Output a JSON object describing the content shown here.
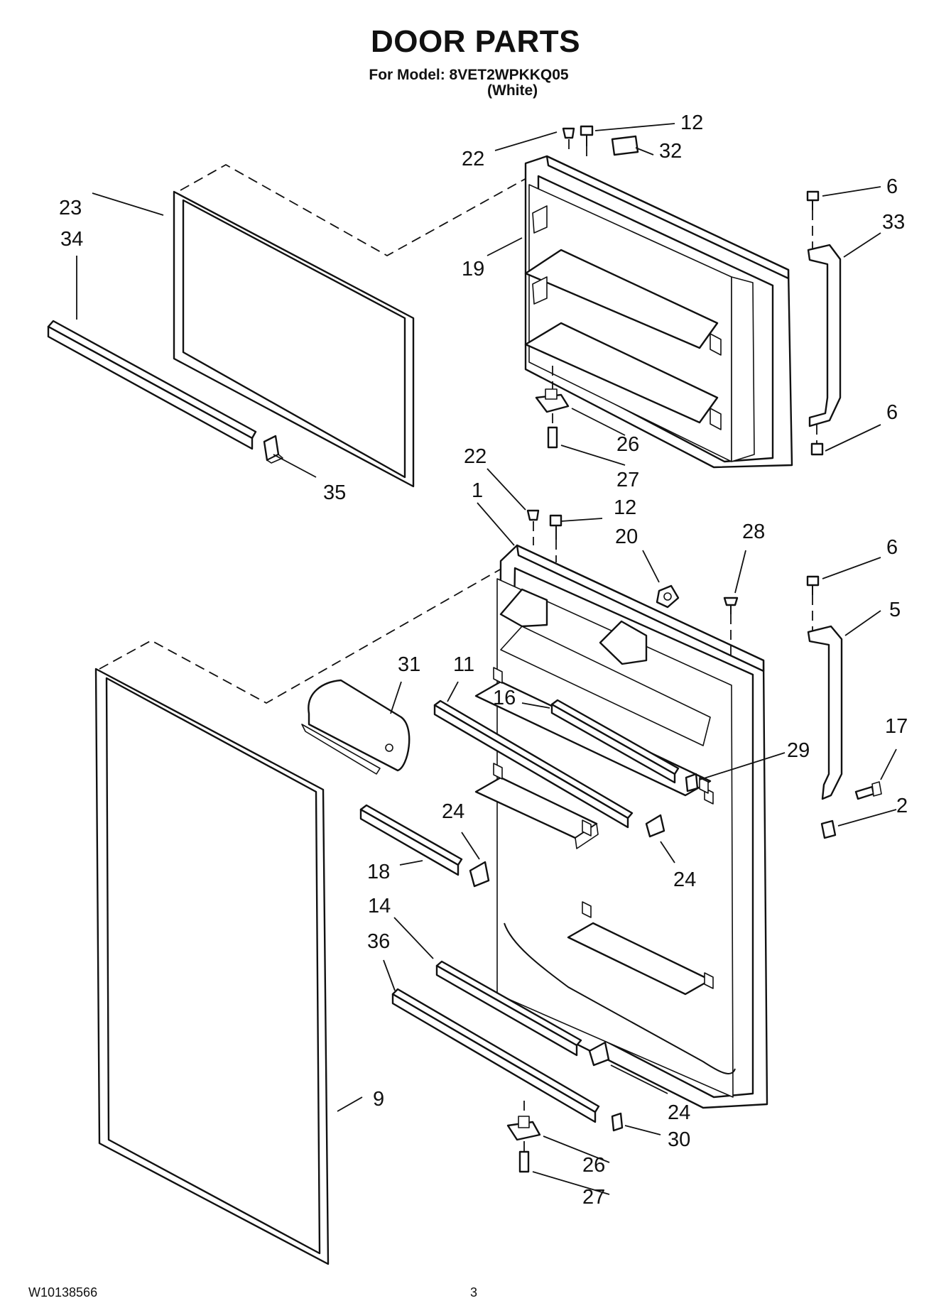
{
  "header": {
    "title": "DOOR PARTS",
    "model_line": "For Model: 8VET2WPKKQ05",
    "color_line": "(White)"
  },
  "footer": {
    "doc_number": "W10138566",
    "page_number": "3"
  },
  "callouts": {
    "freezer_gasket": "23",
    "freezer_gasket_alt": "34",
    "freezer_trim": "35",
    "freezer_door": "19",
    "freezer_screw_top": "22",
    "freezer_screw_top_b": "12",
    "freezer_label": "32",
    "freezer_handle_screw_top": "6",
    "freezer_handle": "33",
    "freezer_handle_screw_bottom": "6",
    "freezer_hinge": "26",
    "freezer_hinge_screw": "27",
    "fresh_door": "1",
    "fresh_screw_top": "22",
    "fresh_screw_top_b": "12",
    "fresh_stop": "20",
    "fresh_plug": "28",
    "fresh_handle_screw": "6",
    "fresh_handle": "5",
    "fresh_handle_screw_side": "17",
    "fresh_handle_cap": "2",
    "dairy_door": "31",
    "upper_shelf_bar": "11",
    "upper_trim": "16",
    "right_end_cap": "29",
    "shelf_cap_left": "24",
    "shelf_bar_small": "18",
    "shelf_cap_right": "24",
    "lower_bar_a": "14",
    "lower_bar_b": "36",
    "lower_cap": "24",
    "fresh_gasket": "9",
    "bottom_cap": "30",
    "fresh_hinge": "26",
    "fresh_hinge_screw": "27"
  }
}
